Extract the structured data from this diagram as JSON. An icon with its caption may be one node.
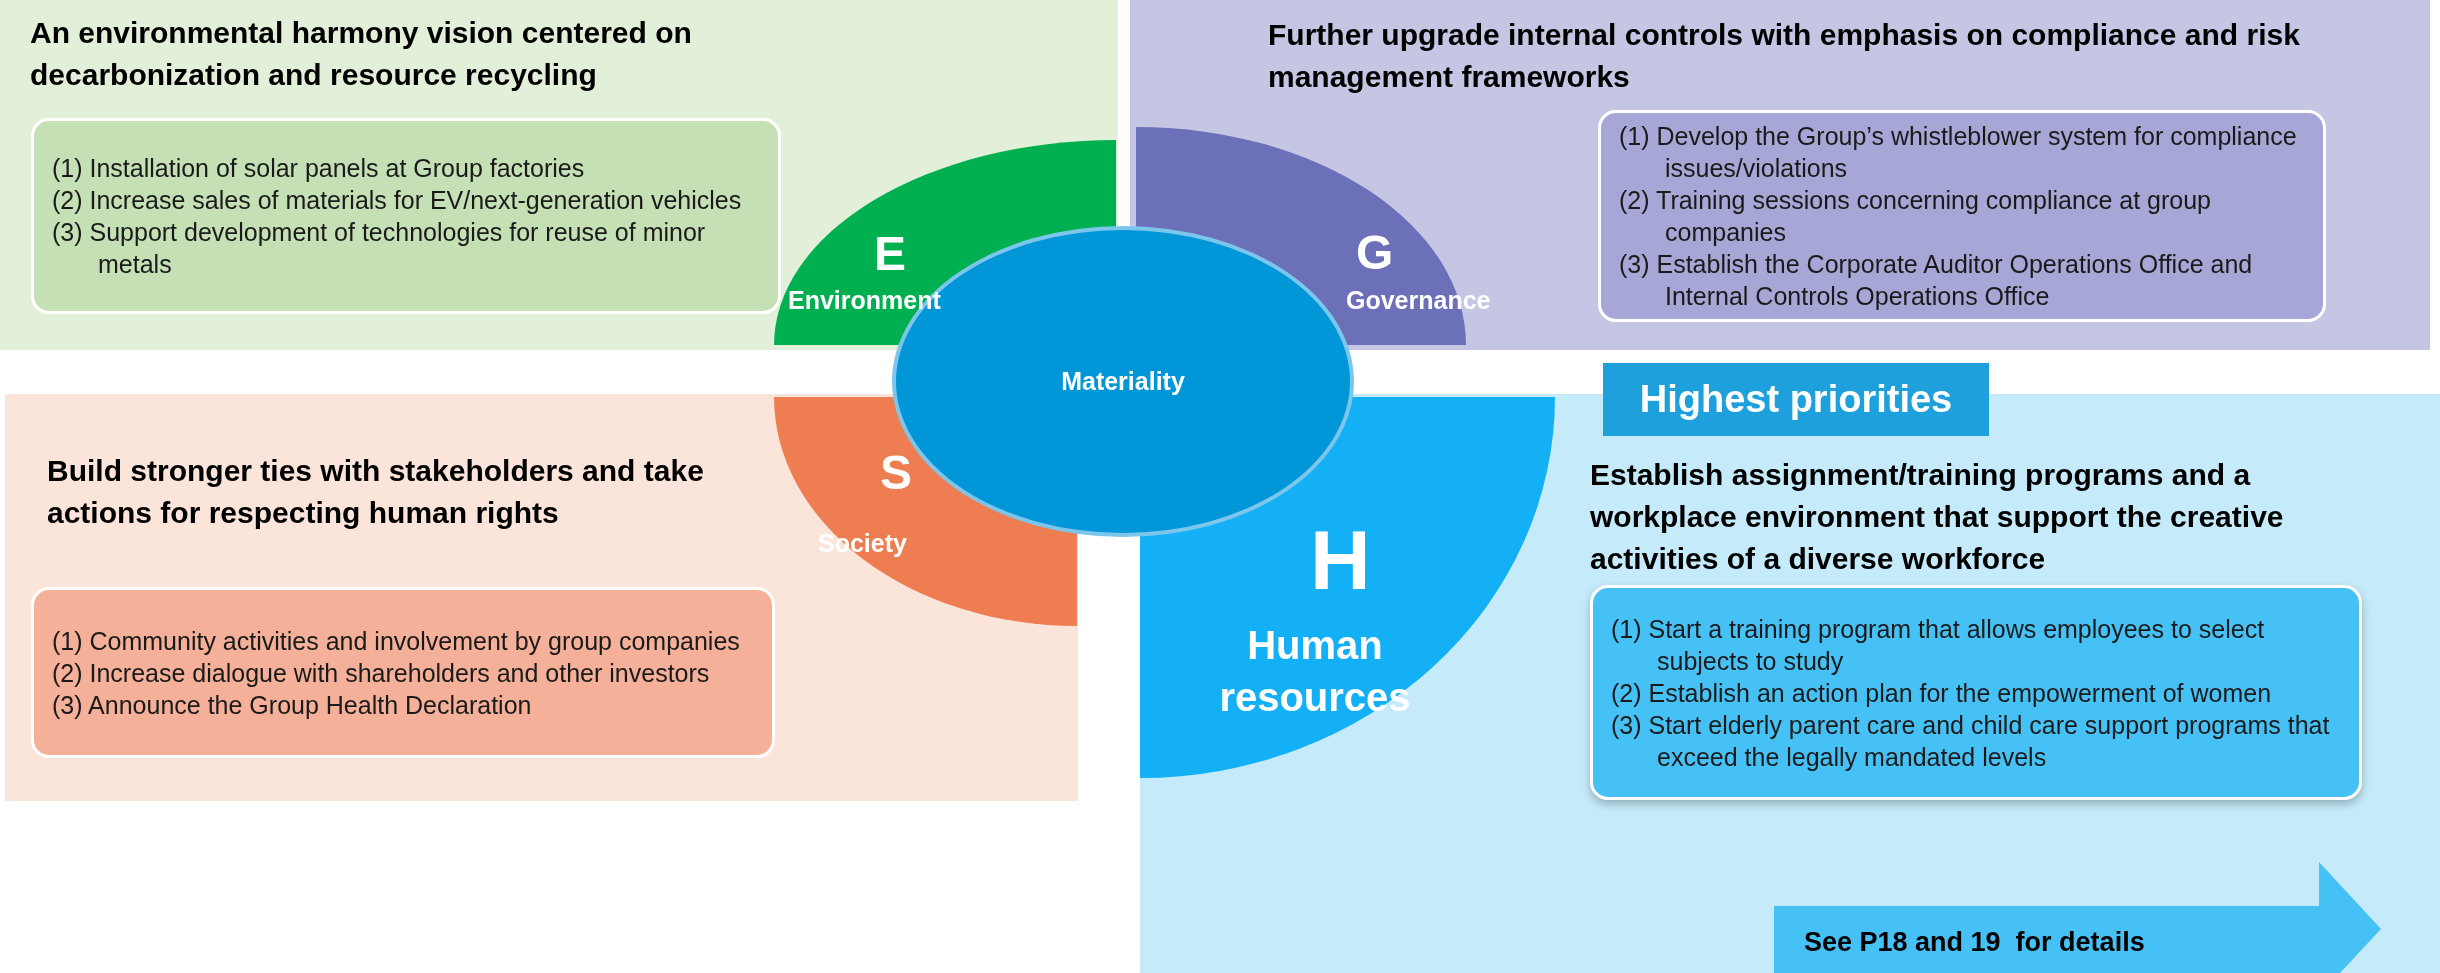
{
  "diagram": {
    "nodes": [
      {
        "text": [
          "An environmental harmony vision centered on decarbonization and resource recycling"
        ]
      },
      {
        "text": [
          "(1) Installation of solar panels at Group factories",
          "(2) Increase sales of materials for EV/next-generation vehicles",
          "(3) Support development of technologies for reuse of minor metals"
        ],
        "in": 0
      },
      {
        "text": [
          "E",
          "Environment"
        ],
        "in": 0
      },
      {
        "text": [
          "Further upgrade internal controls with emphasis on compliance and risk management frameworks"
        ]
      },
      {
        "text": [
          "(1) Develop the Group’s whistleblower system for compliance issues/violations",
          "(2) Training sessions concerning compliance at group companies",
          "(3) Establish the Corporate Auditor Operations Office and Internal Controls Operations Office"
        ],
        "in": 3
      },
      {
        "text": [
          "G",
          "Governance"
        ],
        "in": 3
      },
      {
        "text": [
          "Materiality"
        ]
      },
      {
        "text": [
          "Build stronger ties with stakeholders and take actions for respecting human rights"
        ]
      },
      {
        "text": [
          "(1) Community activities and involvement by group companies",
          "(2) Increase dialogue with shareholders and other investors",
          "(3) Announce the Group Health Declaration"
        ],
        "in": 7
      },
      {
        "text": [
          "S",
          "Society"
        ],
        "in": 7
      },
      {
        "text": [
          "Establish assignment/training programs and a workplace environment that support the creative activities of a diverse workforce"
        ]
      },
      {
        "text": [
          "Highest priorities"
        ]
      },
      {
        "text": [
          "(1) Start a training program that allows employees to select subjects to study",
          "(2) Establish an action plan for the empowerment of women",
          "(3) Start elderly parent care and child care support programs that exceed the legally mandated levels"
        ],
        "in": 10
      },
      {
        "text": [
          "H",
          "Human resources"
        ],
        "in": 10
      },
      {
        "text": [
          "See P18 and 19  for details"
        ],
        "in": 10
      }
    ]
  }
}
